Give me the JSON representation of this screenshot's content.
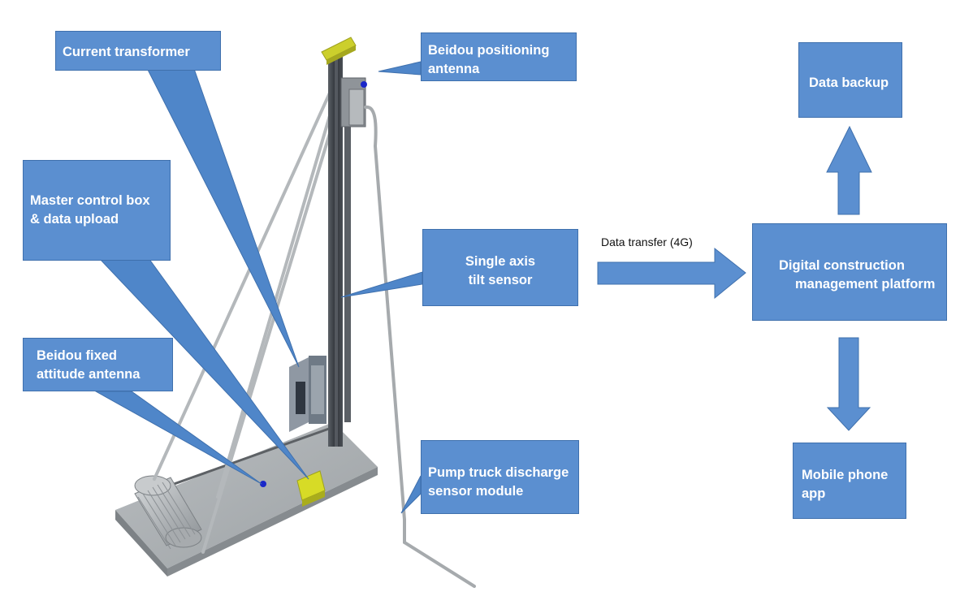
{
  "labels": {
    "current_transformer": "Current transformer",
    "beidou_positioning": [
      "Beidou positioning",
      "antenna"
    ],
    "master_control": [
      "Master control box",
      "& data upload"
    ],
    "single_axis": [
      "Single axis",
      "tilt sensor"
    ],
    "beidou_fixed": [
      "Beidou fixed",
      "attitude antenna"
    ],
    "pump_truck": [
      "Pump truck discharge",
      "sensor module"
    ],
    "data_transfer": "Data transfer (4G)",
    "platform": [
      "Digital construction",
      "management platform"
    ],
    "data_backup": "Data backup",
    "mobile_app": [
      "Mobile phone",
      "app"
    ]
  },
  "colors": {
    "box_fill": "#5b8fd0",
    "box_border": "#3f70ad",
    "arrow_fill": "#5b8fd0",
    "machine_base": "#a9adaf",
    "mast": "#3b3f44",
    "antenna": "#c6c92a"
  }
}
